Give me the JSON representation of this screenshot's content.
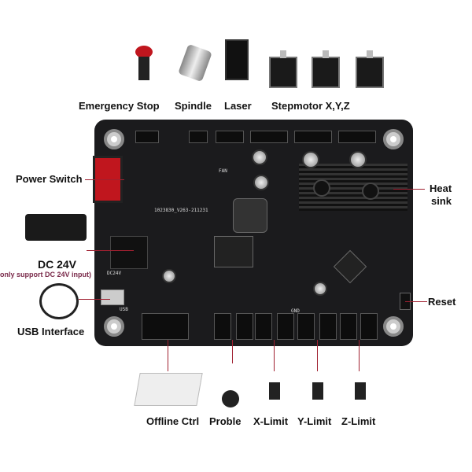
{
  "labels": {
    "emergency_stop": "Emergency Stop",
    "spindle": "Spindle",
    "laser": "Laser",
    "stepmotor": "Stepmotor X,Y,Z",
    "power_switch": "Power Switch",
    "heat_sink_line1": "Heat",
    "heat_sink_line2": "sink",
    "dc24v": "DC 24V",
    "dc24v_note": "only support DC 24V input)",
    "usb_interface": "USB Interface",
    "reset": "Reset",
    "offline_ctrl": "Offline Ctrl",
    "proble": "Proble",
    "x_limit": "X-Limit",
    "y_limit": "Y-Limit",
    "z_limit": "Z-Limit"
  },
  "silkscreen": {
    "version": "1023830_V263-211231",
    "fan": "FAN",
    "dc": "DC24V",
    "usb": "USB",
    "gnd": "GND"
  },
  "colors": {
    "board": "#1b1b1d",
    "leader_line": "#a02030",
    "note": "#7a2a4a"
  }
}
